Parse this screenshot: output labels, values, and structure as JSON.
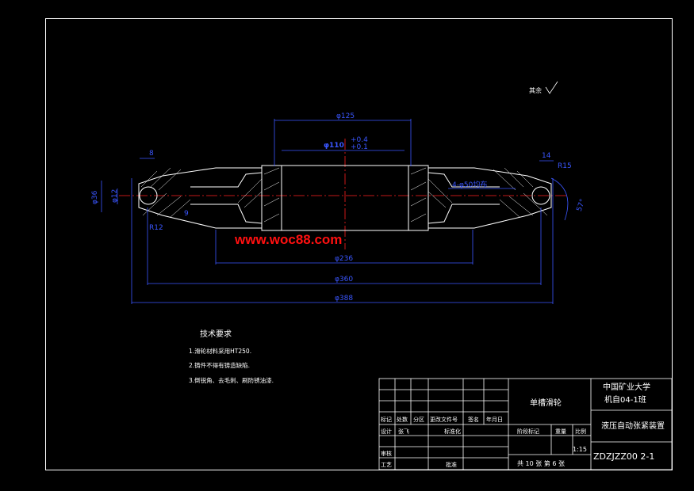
{
  "title_block": {
    "part_name": "单槽滑轮",
    "school": "中国矿业大学",
    "class": "机自04-1班",
    "assembly": "液压自动张紧装置",
    "drawing_no": "ZDZJZZ00 2-1",
    "scale": "1:15",
    "sheets": "共 10 张  第 6 张",
    "headers": [
      "标记",
      "处数",
      "分区",
      "更改文件号",
      "签名",
      "年月日"
    ],
    "design": "设计",
    "designer": "张飞",
    "standardize": "标准化",
    "stage_mark": "阶段标记",
    "weight": "重量",
    "ratio": "比例",
    "review": "审核",
    "process": "工艺",
    "approve": "批准"
  },
  "notes": {
    "heading": "技术要求",
    "items": [
      "1.滑轮材料采用HT250.",
      "2.铸件不得有铸造缺陷.",
      "3.倒锐角、去毛刺、刷防锈油漆."
    ]
  },
  "surface_note": "其余",
  "dimensions": {
    "d125": "φ125",
    "d110": "φ110",
    "tol_up": "+0.4",
    "tol_down": "+0.1",
    "d236": "φ236",
    "d360": "φ360",
    "d388": "φ388",
    "holes": "4-φ50均布",
    "w8": "8",
    "w14": "14",
    "d36": "φ36",
    "d12": "φ12",
    "r12": "R12",
    "r15": "R15",
    "h9": "9",
    "a57": "57°"
  },
  "watermark": "www.woc88.com"
}
